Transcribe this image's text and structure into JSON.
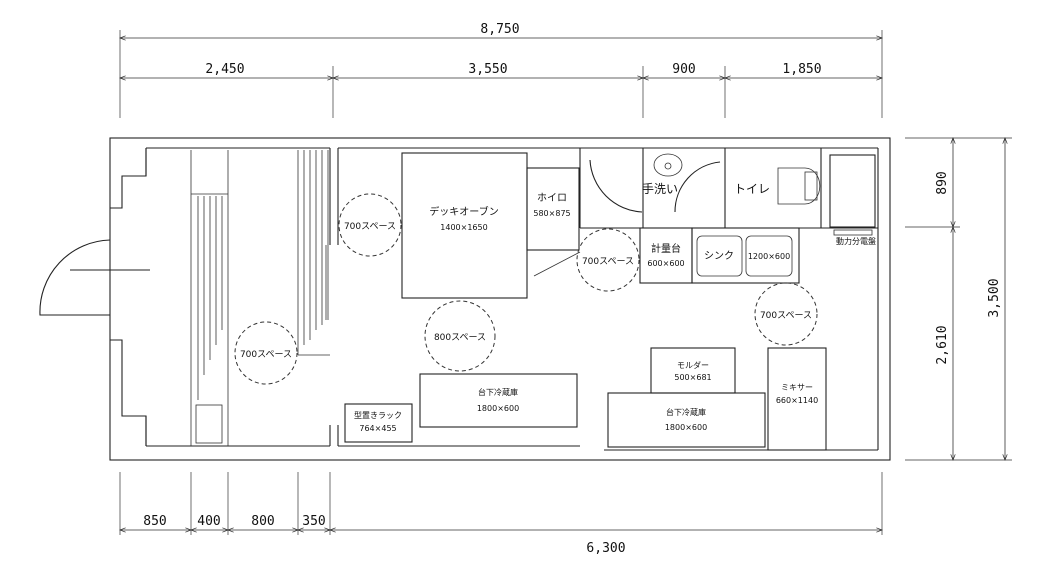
{
  "dimensions": {
    "total_width": "8,750",
    "top_segments": [
      "2,450",
      "3,550",
      "900",
      "1,850"
    ],
    "bottom_segments": [
      "850",
      "400",
      "800",
      "350",
      "6,300"
    ],
    "right_segments": [
      "890",
      "2,610"
    ],
    "total_height": "3,500"
  },
  "equipment": {
    "deck_oven": {
      "name": "デッキオーブン",
      "size": "1400×1650"
    },
    "hoiro": {
      "name": "ホイロ",
      "size": "580×875"
    },
    "scale_table": {
      "name": "計量台",
      "size": "600×600"
    },
    "sink": {
      "name": "シンク"
    },
    "sink_size": {
      "size": "1200×600"
    },
    "handwash": {
      "name": "手洗い"
    },
    "toilet": {
      "name": "トイレ"
    },
    "power_panel": {
      "name": "動力分電盤"
    },
    "molder": {
      "name": "モルダー",
      "size": "500×681"
    },
    "mixer": {
      "name": "ミキサー",
      "size": "660×1140"
    },
    "fridge_left": {
      "name": "台下冷蔵庫",
      "size": "1800×600"
    },
    "fridge_right": {
      "name": "台下冷蔵庫",
      "size": "1800×600"
    },
    "mold_rack": {
      "name": "型置きラック",
      "size": "764×455"
    }
  },
  "spaces": [
    "700スペース",
    "800スペース",
    "700スペース",
    "700スペース",
    "700スペース"
  ]
}
